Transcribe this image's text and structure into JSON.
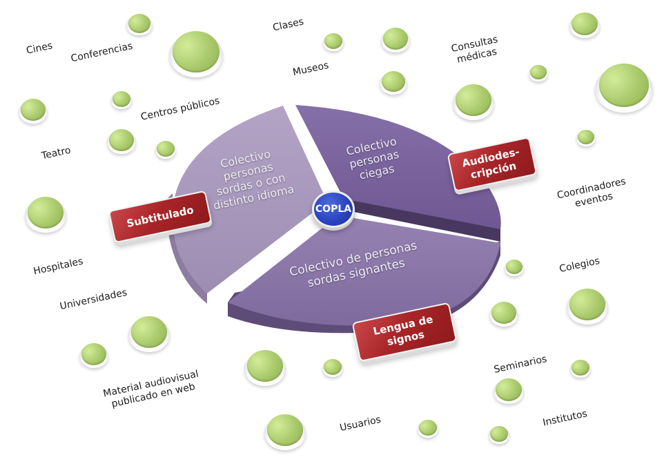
{
  "center": {
    "label": "COPLA",
    "color": "#2a44c0"
  },
  "segments": [
    {
      "id": "sordas-idioma",
      "lines": [
        "Colectivo",
        "personas",
        "sordas o con",
        "distinto idioma"
      ],
      "color": "#a898ba"
    },
    {
      "id": "ciegas",
      "lines": [
        "Colectivo",
        "personas",
        "ciegas"
      ],
      "color": "#7d649f"
    },
    {
      "id": "signantes",
      "lines": [
        "Colectivo de personas",
        "sordas signantes"
      ],
      "color": "#8c76a8"
    }
  ],
  "services": [
    {
      "id": "subtitulado",
      "lines": [
        "Subtitulado"
      ]
    },
    {
      "id": "audiodescripcion",
      "lines": [
        "Audiodes-",
        "cripción"
      ]
    },
    {
      "id": "lengua-signos",
      "lines": [
        "Lengua de",
        "signos"
      ]
    }
  ],
  "labels": [
    "Cines",
    "Conferencias",
    "Clases",
    "Museos",
    "Consultas\nmédicas",
    "Centros públicos",
    "Teatro",
    "Coordinadores\neventos",
    "Hospitales",
    "Universidades",
    "Colegios",
    "Material audiovisual\npublicado en web",
    "Seminarios",
    "Usuarios",
    "Institutos"
  ],
  "colors": {
    "badge": "#a82528",
    "dot": "#a9c96b",
    "text": "#1a1a1a"
  }
}
